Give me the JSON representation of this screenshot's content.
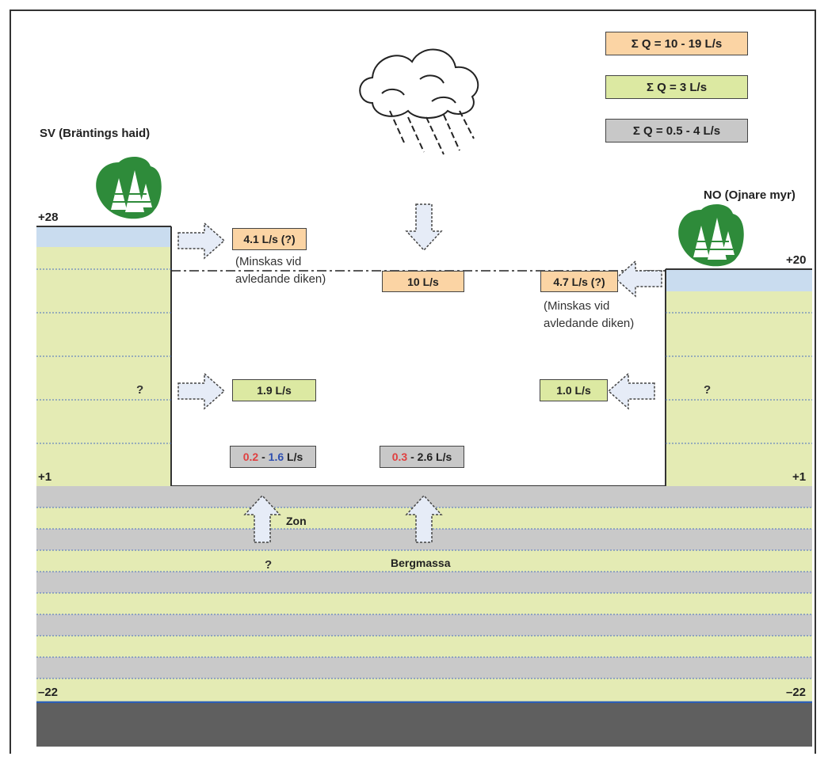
{
  "legend": {
    "orange": "Σ Q = 10 - 19 L/s",
    "green": "Σ Q = 3 L/s",
    "gray": "Σ Q = 0.5 - 4 L/s"
  },
  "left_site": "SV (Bräntings haid)",
  "right_site": "NO (Ojnare myr)",
  "elevations": {
    "left_top": "+28",
    "right_top": "+20",
    "left_mid": "+1",
    "right_mid": "+1",
    "left_bottom": "–22",
    "right_bottom": "–22"
  },
  "flows": {
    "left_upper": "4.1 L/s (?)",
    "left_upper_note1": "(Minskas vid",
    "left_upper_note2": "avledande diken)",
    "center_rain": "10 L/s",
    "right_upper": "4.7 L/s (?)",
    "right_upper_note1": "(Minskas vid",
    "right_upper_note2": "avledande diken)",
    "left_middle": "1.9 L/s",
    "right_middle": "1.0 L/s",
    "left_bottom_low": "0.2",
    "left_bottom_sep": " - ",
    "left_bottom_high": "1.6",
    "left_bottom_unit": " L/s",
    "center_bottom_low": "0.3",
    "center_bottom_rest": " - 2.6 L/s"
  },
  "labels": {
    "zone": "Zon",
    "rock": "Bergmassa",
    "question_left": "?",
    "question_right": "?",
    "question_bottom": "?"
  },
  "colors": {
    "legend_orange": "#fbd4a4",
    "legend_green": "#dce9a2",
    "legend_gray": "#c8c8c8",
    "soil": "#e4ebb4",
    "bedrock_gray": "#c9c9c9",
    "bedrock_base": "#5f5f5f",
    "surface_blue": "#c9dcef",
    "tree_green": "#2e8b3a"
  },
  "icons": [
    "rain-cloud-icon",
    "forest-icon",
    "arrow-right-icon",
    "arrow-left-icon",
    "arrow-up-icon",
    "arrow-down-icon"
  ]
}
